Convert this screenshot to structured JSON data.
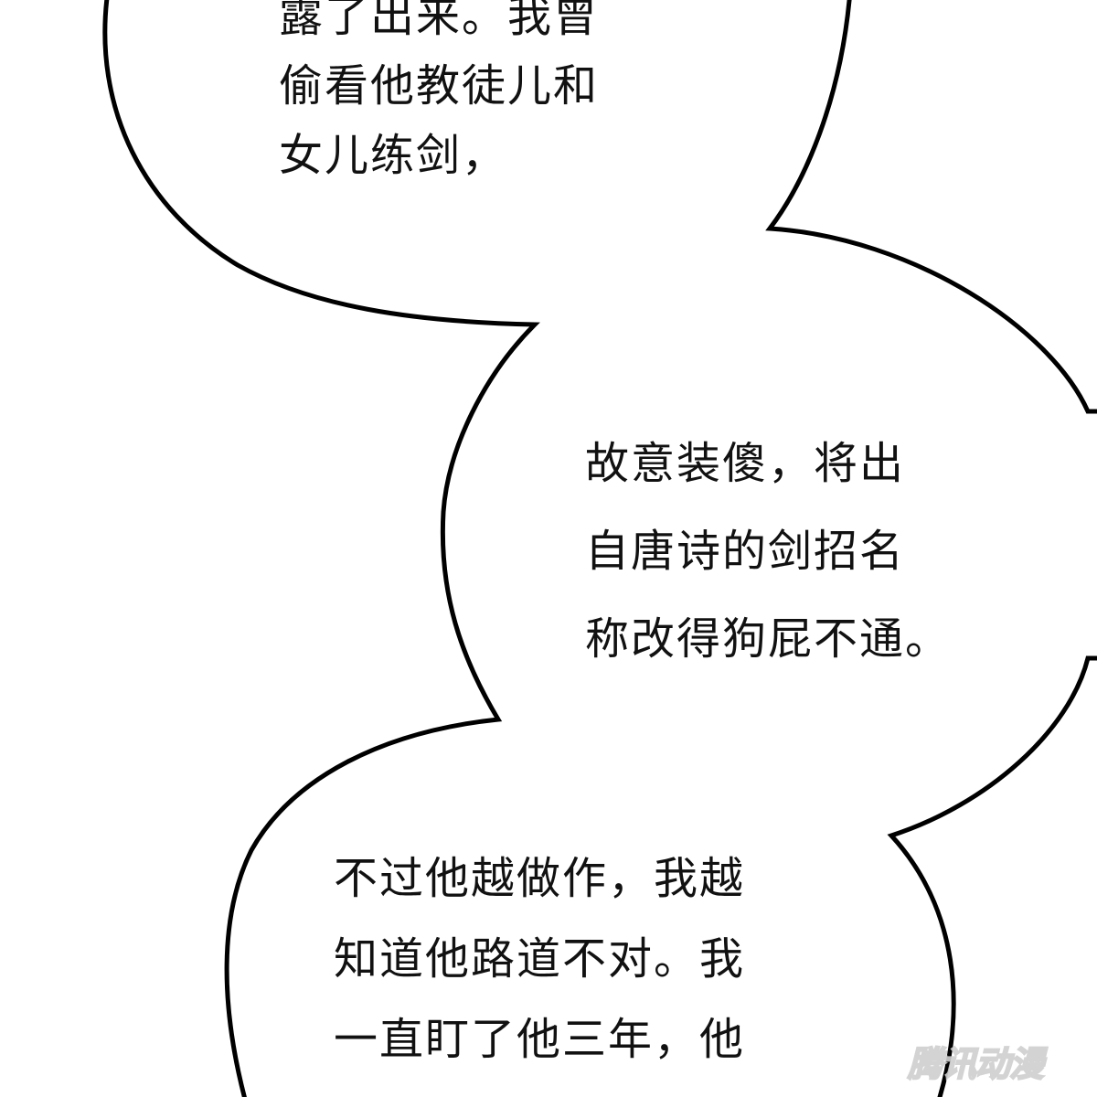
{
  "panel": {
    "background": "#ffffff",
    "outline_color": "#000000"
  },
  "bubbles": [
    {
      "id": "bubble-top",
      "lines": [
        "露了出来。我曾",
        "偷看他教徒儿和",
        "女儿练剑，"
      ]
    },
    {
      "id": "bubble-middle",
      "lines": [
        "故意装傻，将出",
        "自唐诗的剑招名",
        "称改得狗屁不通。"
      ]
    },
    {
      "id": "bubble-bottom",
      "lines": [
        "不过他越做作，我越",
        "知道他路道不对。我",
        "一直盯了他三年，他"
      ]
    }
  ],
  "watermark": {
    "text": "腾讯动漫",
    "color": "#cfcfcf"
  }
}
